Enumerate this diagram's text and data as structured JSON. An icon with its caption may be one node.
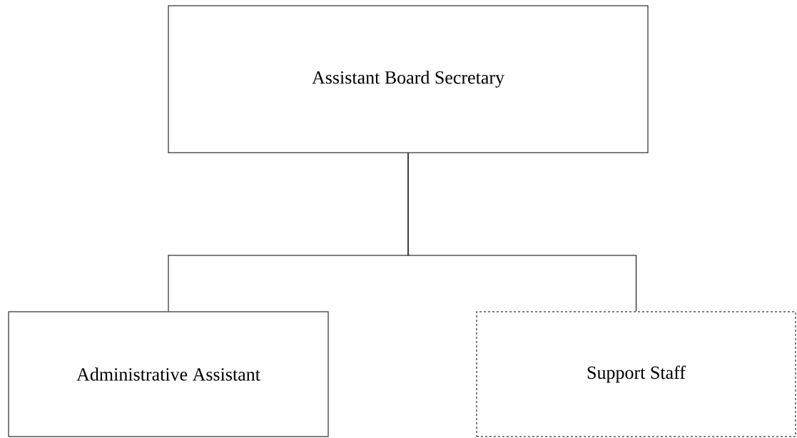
{
  "diagram": {
    "nodes": [
      {
        "text": [
          "Assistant Board Secretary"
        ]
      },
      {
        "text": [
          "Administrative Assistant"
        ]
      },
      {
        "text": [
          "Support Staff"
        ]
      }
    ],
    "edges": [
      {
        "from": 0,
        "to": 1,
        "arrow": "none"
      },
      {
        "from": 0,
        "to": 2,
        "arrow": "none"
      }
    ]
  }
}
